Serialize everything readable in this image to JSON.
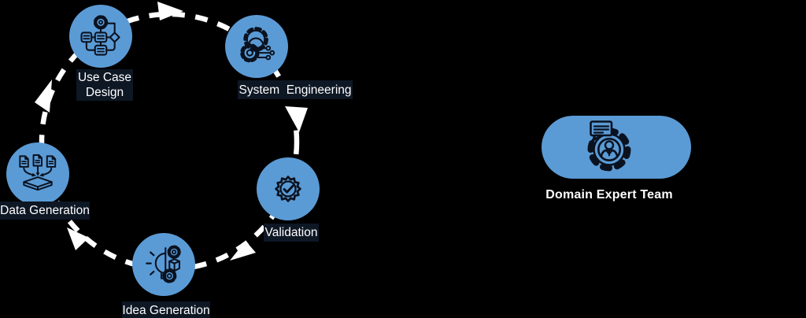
{
  "canvas": {
    "background": "#000000"
  },
  "cycle": {
    "ring_color": "#ffffff",
    "node_fill": "#5b9bd5",
    "icon_stroke": "#0a1220",
    "label_bg": "#0e1724",
    "label_color": "#ffffff",
    "nodes": [
      {
        "id": "use-case-design",
        "label_line1": "Use Case",
        "label_line2": "Design",
        "icon": "flowchart-gear-icon"
      },
      {
        "id": "system-engineering",
        "label": "System  Engineering",
        "icon": "gears-circuit-icon"
      },
      {
        "id": "validation",
        "label": "Validation",
        "icon": "seal-check-icon"
      },
      {
        "id": "idea-generation",
        "label": "Idea Generation",
        "icon": "bulb-gears-cube-icon"
      },
      {
        "id": "data-generation",
        "label": "Data Generation",
        "icon": "documents-merge-icon"
      }
    ]
  },
  "expert": {
    "label": "Domain Expert Team",
    "pill_fill": "#5b9bd5",
    "icon": "gear-person-chat-icon"
  }
}
